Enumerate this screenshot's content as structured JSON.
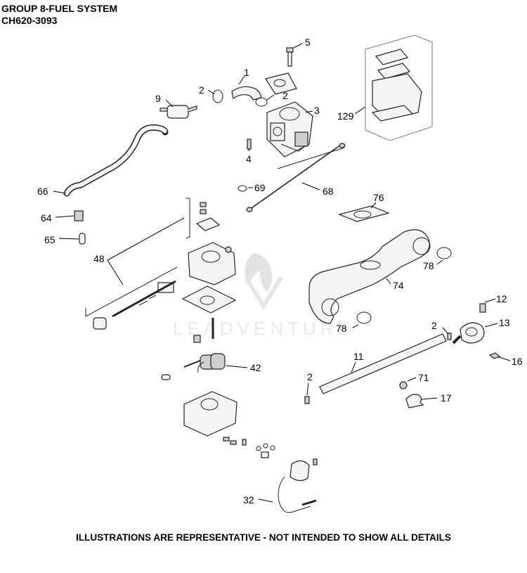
{
  "header": {
    "group_title": "GROUP 8-FUEL SYSTEM",
    "model": "CH620-3093"
  },
  "footer_note": "ILLUSTRATIONS ARE REPRESENTATIVE - NOT INTENDED TO SHOW ALL DETAILS",
  "watermark": "LEADVENTURE",
  "callouts": {
    "c1": "1",
    "c2a": "2",
    "c2b": "2",
    "c3": "3",
    "c4": "4",
    "c5": "5",
    "c9": "9",
    "c129": "129",
    "c66": "66",
    "c64": "64",
    "c65": "65",
    "c69": "69",
    "c68": "68",
    "c48": "48",
    "c76": "76",
    "c78a": "78",
    "c74": "74",
    "c78b": "78",
    "c12": "12",
    "c2c": "2",
    "c13": "13",
    "c16": "16",
    "c11": "11",
    "c42": "42",
    "c2d": "2",
    "c71": "71",
    "c17": "17",
    "c32": "32"
  }
}
